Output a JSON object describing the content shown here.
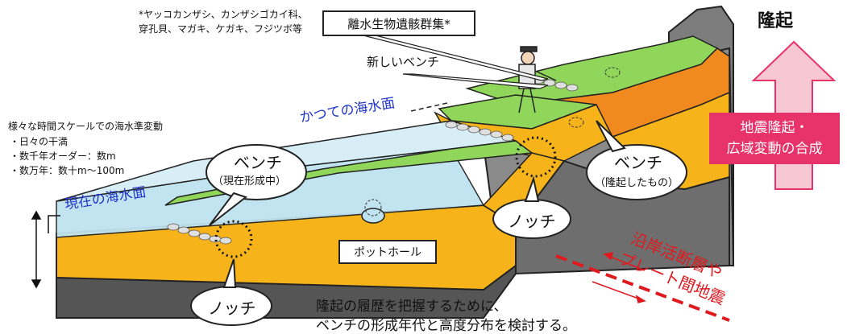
{
  "footnote": {
    "line1": "*ヤッコカンザシ、カンザシゴカイ科、",
    "line2": "穿孔貝、マガキ、ケガキ、フジツボ等"
  },
  "fossil_group_label": "離水生物遺骸群集*",
  "new_bench_label": "新しいベンチ",
  "uplift_label": "隆起",
  "former_sea_level": "かつての海水面",
  "current_sea_level": "現在の海水面",
  "sea_level_change": {
    "title": "様々な時間スケールでの海水準変動",
    "items": [
      "・日々の干満",
      "・数千年オーダー：数m",
      "・数万年：数十m〜100m"
    ]
  },
  "bench_current": {
    "title": "ベンチ",
    "subtitle": "（現在形成中）"
  },
  "bench_uplifted": {
    "title": "ベンチ",
    "subtitle": "（隆起したもの）"
  },
  "notch_lower": "ノッチ",
  "notch_upper": "ノッチ",
  "pothole": "ポットホール",
  "cause_box": {
    "line1": "地震隆起・",
    "line2": "広域変動の合成"
  },
  "fault": {
    "line1": "沿岸活断層や",
    "line2": "プレート間地震"
  },
  "conclusion": {
    "line1": "隆起の履歴を把握するために、",
    "line2": "ベンチの形成年代と高度分布を検討する。"
  },
  "colors": {
    "sea": "#bfe3f0",
    "bench_green": "#8fd65a",
    "layer_orange": "#f7b41a",
    "layer_dark_orange": "#f08a1e",
    "rock_gray": "#8a8a8a",
    "rock_dark": "#5a5a5a",
    "arrow_pink": "#f7c7d4",
    "box_magenta": "#e8336a",
    "fault_red": "#e0191f",
    "label_blue": "#1f35c8"
  }
}
